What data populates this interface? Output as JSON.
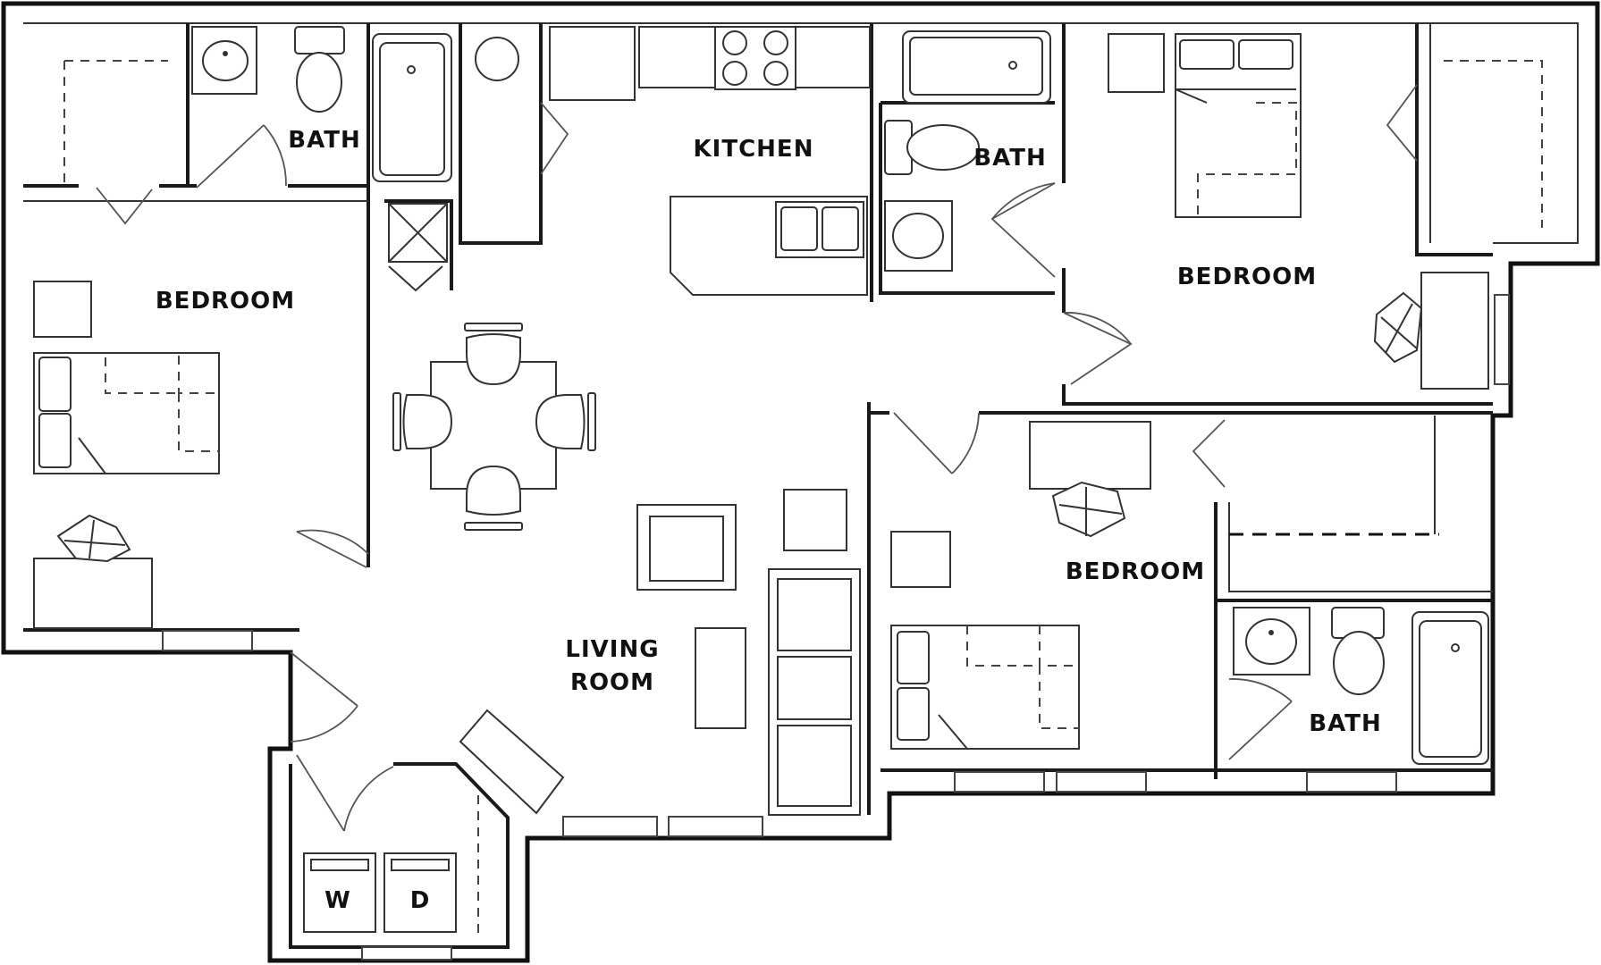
{
  "rooms": {
    "bedroom_nw": "BEDROOM",
    "bath_nw": "BATH",
    "kitchen": "KITCHEN",
    "bath_ne": "BATH",
    "bedroom_ne": "BEDROOM",
    "bedroom_se": "BEDROOM",
    "bath_se": "BATH",
    "living_line1": "LIVING",
    "living_line2": "ROOM",
    "washer": "W",
    "dryer": "D"
  }
}
